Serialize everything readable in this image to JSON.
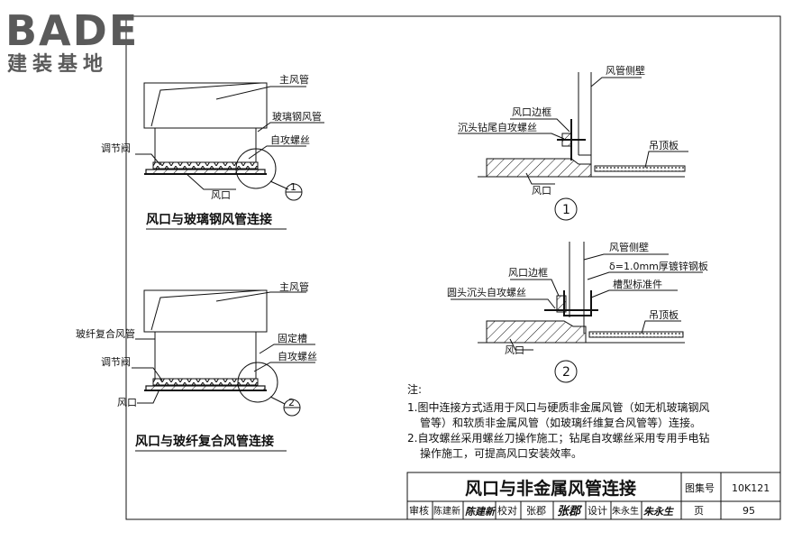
{
  "logo": {
    "brand": "BADE",
    "tagline": "建装基地"
  },
  "diagram_a": {
    "main_duct": "主风管",
    "frp_duct": "玻璃钢风管",
    "screw": "自攻螺丝",
    "damper": "调节阀",
    "outlet": "风口",
    "detail_num": "1",
    "title": "风口与玻璃钢风管连接"
  },
  "diagram_b": {
    "main_duct": "主风管",
    "fiber_duct": "玻纤复合风管",
    "fix_slot": "固定槽",
    "screw": "自攻螺丝",
    "damper": "调节阀",
    "outlet": "风口",
    "detail_num": "2",
    "title": "风口与玻纤复合风管连接"
  },
  "detail_1": {
    "side_wall": "风管侧壁",
    "frame": "风口边框",
    "screw": "沉头钻尾自攻螺丝",
    "ceiling": "吊顶板",
    "outlet": "风口",
    "num": "1"
  },
  "detail_2": {
    "side_wall": "风管侧壁",
    "plate": "δ=1.0mm厚镀锌钢板",
    "frame": "风口边框",
    "channel": "槽型标准件",
    "screw": "圆头沉头自攻螺丝",
    "ceiling": "吊顶板",
    "outlet": "风口",
    "num": "2"
  },
  "notes": {
    "heading": "注:",
    "lines": [
      "1.图中连接方式适用于风口与硬质非金属风管（如无机玻璃钢风",
      "管等）和软质非金属风管（如玻璃纤维复合风管等）连接。",
      "2.自攻螺丝采用螺丝刀操作施工；钻尾自攻螺丝采用专用手电钻",
      "操作施工，可提高风口安装效率。"
    ]
  },
  "title_block": {
    "title": "风口与非金属风管连接",
    "atlas_label": "图集号",
    "atlas_no": "10K121",
    "page_label": "页",
    "page_no": "95",
    "review_label": "审核",
    "reviewer": "陈建新",
    "reviewer_sig": "陈建新",
    "check_label": "校对",
    "checker": "张郡",
    "checker_sig": "张郡",
    "design_label": "设计",
    "designer": "朱永生",
    "designer_sig": "朱永生"
  }
}
